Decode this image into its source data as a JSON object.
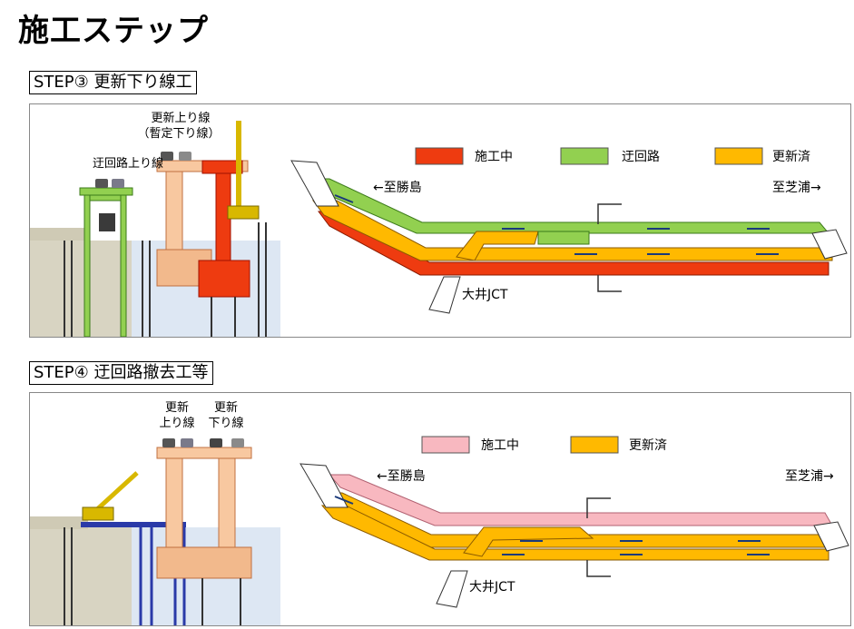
{
  "page": {
    "title": "施工ステップ"
  },
  "step3": {
    "label": "STEP③ 更新下り線工",
    "cross_section": {
      "label_detour": "迂回路上り線",
      "label_new_line1": "更新上り線",
      "label_new_line2": "（暫定下り線）"
    },
    "legend": [
      {
        "label": "施工中",
        "color": "#ee3b10"
      },
      {
        "label": "迂回路",
        "color": "#92d050"
      },
      {
        "label": "更新済",
        "color": "#ffb900"
      }
    ],
    "plan": {
      "to_left": "←至勝島",
      "to_right": "至芝浦→",
      "junction": "大井JCT"
    }
  },
  "step4": {
    "label": "STEP④ 迂回路撤去工等",
    "cross_section": {
      "label_up1": "更新",
      "label_up2": "上り線",
      "label_down1": "更新",
      "label_down2": "下り線"
    },
    "legend": [
      {
        "label": "施工中",
        "color": "#f8b8c0"
      },
      {
        "label": "更新済",
        "color": "#ffb900"
      }
    ],
    "plan": {
      "to_left": "←至勝島",
      "to_right": "至芝浦→",
      "junction": "大井JCT"
    }
  }
}
